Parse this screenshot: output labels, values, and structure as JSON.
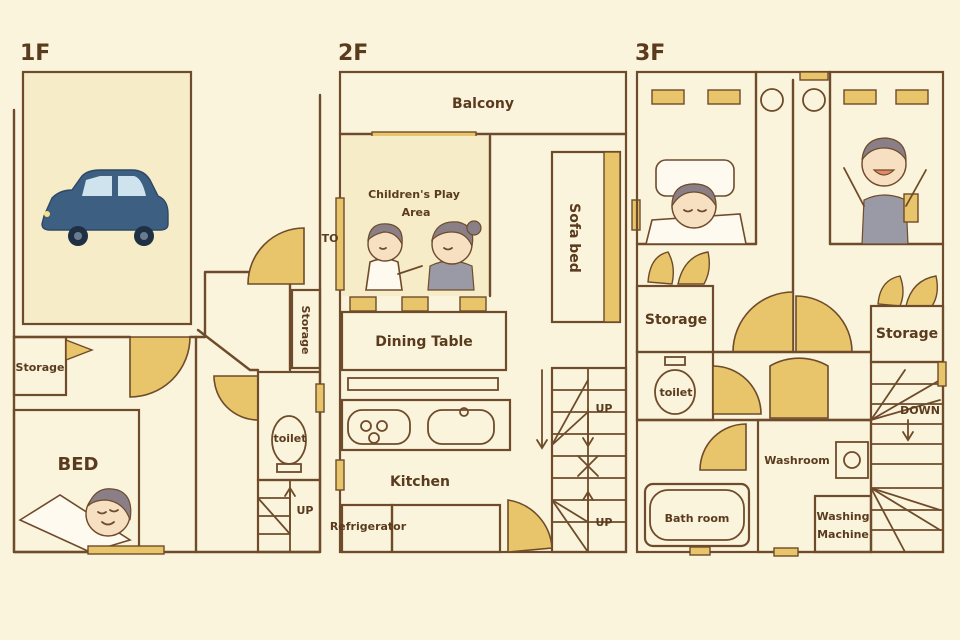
{
  "floors": {
    "f1": {
      "label": "1F",
      "rooms": {
        "storage": "Storage",
        "bed": "BED",
        "storage_vertical": "Storage",
        "toilet": "toilet",
        "up": "UP"
      }
    },
    "f2": {
      "label": "2F",
      "rooms": {
        "balcony": "Balcony",
        "play_area_line1": "Children's Play",
        "play_area_line2": "Area",
        "sofa_bed": "Sofa bed",
        "dining_table": "Dining Table",
        "kitchen": "Kitchen",
        "refrigerator": "Refrigerator",
        "up_upper": "UP",
        "up_lower": "UP",
        "side_mark": "TO"
      }
    },
    "f3": {
      "label": "3F",
      "rooms": {
        "storage_left": "Storage",
        "storage_right": "Storage",
        "toilet": "toilet",
        "washroom": "Washroom",
        "bathroom": "Bath room",
        "washing_line1": "Washing",
        "washing_line2": "Machine",
        "down": "DOWN"
      }
    }
  },
  "colors": {
    "background": "#fbf4dc",
    "wall": "#6e4b2a",
    "door_window": "#e8c56a",
    "car": "#3d5f82"
  },
  "icons": {
    "car": "car-icon",
    "sleeping_person": "sleeping-person-icon",
    "children": "children-icon",
    "happy_person": "happy-person-icon"
  }
}
